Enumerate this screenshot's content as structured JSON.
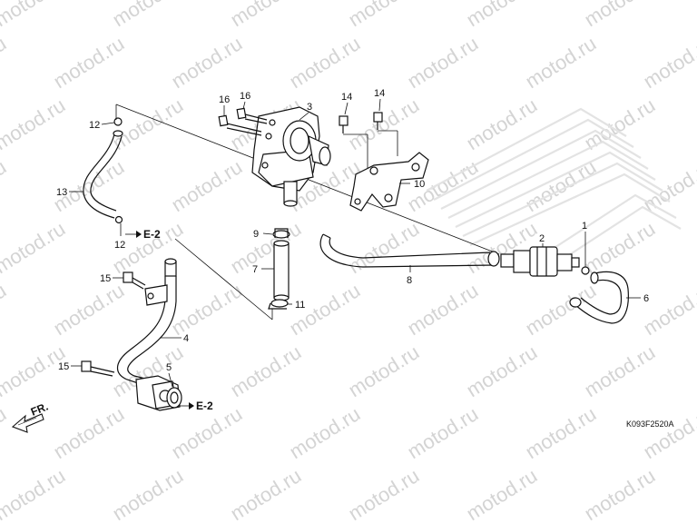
{
  "diagram": {
    "watermark_text": "motod.ru",
    "catalog_code": "K093F2520A",
    "direction_label": "FR.",
    "callouts": {
      "c1": "1",
      "c2": "2",
      "c3": "3",
      "c4": "4",
      "c5": "5",
      "c6": "6",
      "c7": "7",
      "c8": "8",
      "c9": "9",
      "c10": "10",
      "c11": "11",
      "c12a": "12",
      "c12b": "12",
      "c13": "13",
      "c14a": "14",
      "c14b": "14",
      "c15a": "15",
      "c15b": "15",
      "c16a": "16",
      "c16b": "16"
    },
    "references": {
      "e2a": "E-2",
      "e2b": "E-2"
    },
    "colors": {
      "line": "#111111",
      "watermark": "#d4d4d4",
      "brand_logo": "#e3e3e3"
    },
    "icons": [
      "front-direction-arrow-icon",
      "brand-wing-logo"
    ]
  }
}
